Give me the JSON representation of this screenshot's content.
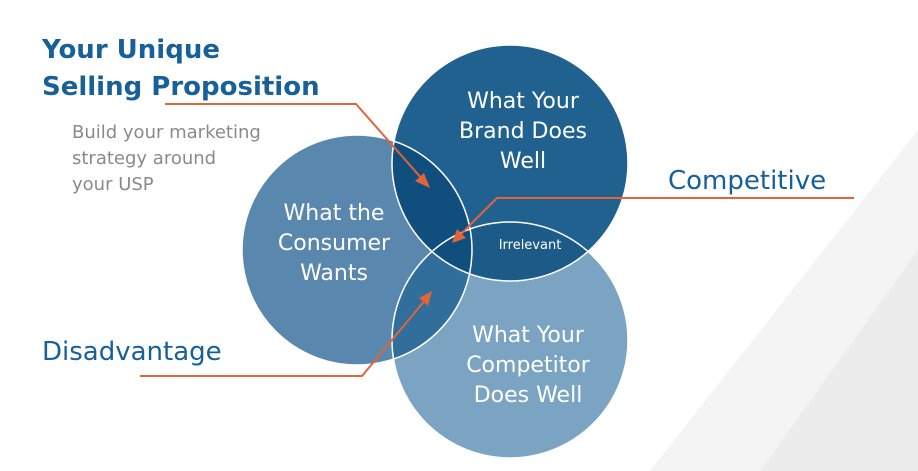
{
  "colors": {
    "brand_circle": "#20618f",
    "consumer_circle": "#5987ad",
    "competitor_circle": "#7aa4c2",
    "usp_overlap": "#104e7d",
    "competitive_overlap": "#1c5a87",
    "disadvantage_overlap": "#316e9b",
    "title": "#17609a",
    "subtitle": "#8a8a8a",
    "arrow": "#e1643a",
    "background_shape": "#f1f1f1"
  },
  "title": {
    "line1": "Your Unique",
    "line2": "Selling Proposition"
  },
  "subtitle": {
    "line1": "Build your marketing",
    "line2": "strategy around",
    "line3": "your USP"
  },
  "circles": {
    "brand": {
      "line1": "What Your",
      "line2": "Brand Does",
      "line3": "Well"
    },
    "consumer": {
      "line1": "What the",
      "line2": "Consumer",
      "line3": "Wants"
    },
    "competitor": {
      "line1": "What Your",
      "line2": "Competitor",
      "line3": "Does Well"
    }
  },
  "overlaps": {
    "irrelevant": "Irrelevant"
  },
  "callouts": {
    "competitive": "Competitive",
    "disadvantage": "Disadvantage"
  }
}
